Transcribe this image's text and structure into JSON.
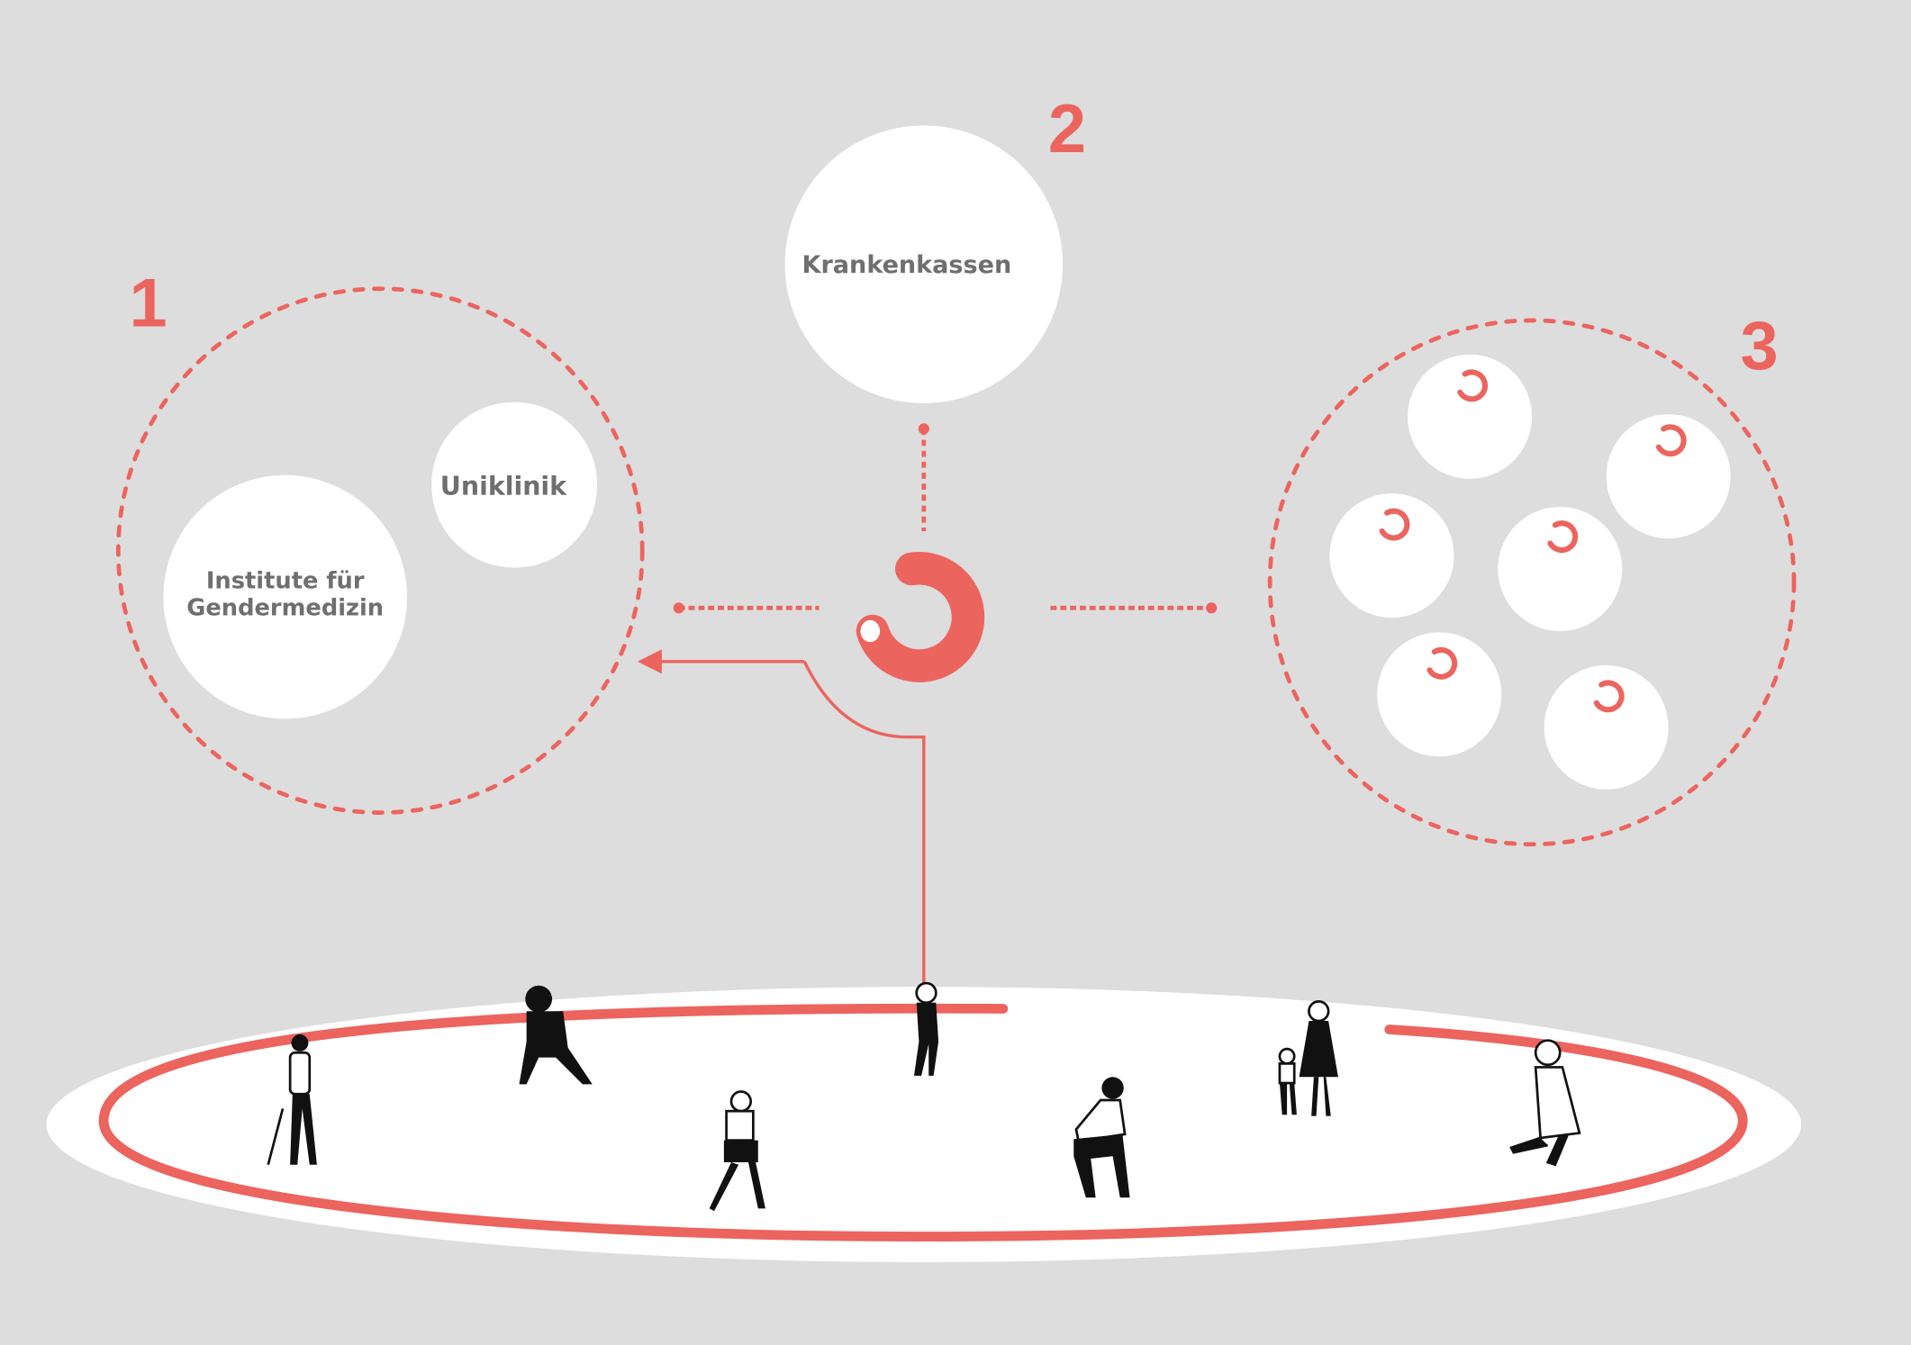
{
  "colors": {
    "accent": "#ec645e",
    "background": "#dddddd",
    "bubble": "#ffffff",
    "text": "#6f6f6f"
  },
  "groups": [
    {
      "number": "1",
      "bubbles": [
        "Uniklinik",
        "Institute für",
        "Gendermedizin"
      ]
    },
    {
      "number": "2",
      "bubbles": [
        "Krankenkassen"
      ]
    },
    {
      "number": "3",
      "bubble_count": 6
    }
  ],
  "icons": [
    "hook-logo-icon",
    "person-icon"
  ]
}
